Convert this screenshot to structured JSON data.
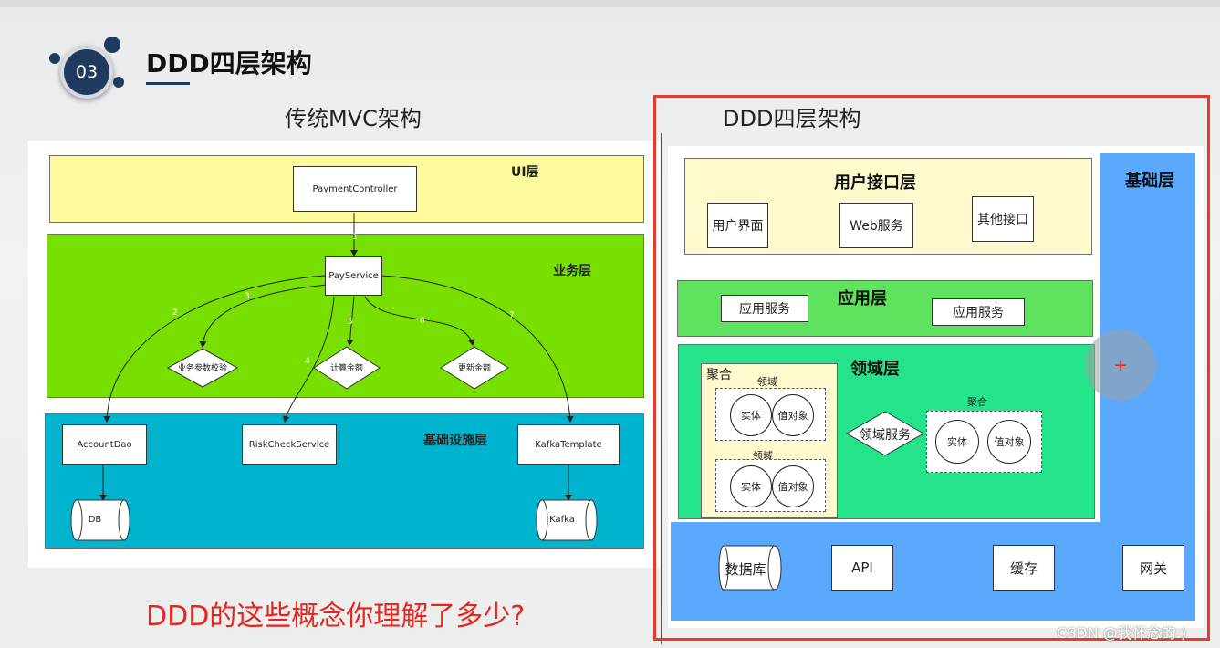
{
  "header": {
    "badge": "03",
    "title": "DDD四层架构"
  },
  "mvc": {
    "title": "传统MVC架构",
    "ui_layer": "UI层",
    "biz_layer": "业务层",
    "infra_layer": "基础设施层",
    "nodes": {
      "controller": "PaymentController",
      "pay_service": "PayService",
      "param_check": "业务参数校验",
      "calc_amount": "计算金额",
      "update_amount": "更新金额",
      "account_dao": "AccountDao",
      "risk_check": "RiskCheckService",
      "kafka_template": "KafkaTemplate",
      "db": "DB",
      "kafka": "Kafka"
    },
    "edges": [
      "1",
      "2",
      "3",
      "4",
      "5",
      "6",
      "7"
    ]
  },
  "ddd": {
    "title": "DDD四层架构",
    "infra_layer": "基础层",
    "ui_layer": "用户接口层",
    "ui_items": [
      "用户界面",
      "Web服务",
      "其他接口"
    ],
    "app_layer": "应用层",
    "app_items": [
      "应用服务",
      "应用服务"
    ],
    "domain_layer": "领域层",
    "aggregate": "聚合",
    "domain": "领域",
    "entity": "实体",
    "value_object": "值对象",
    "domain_service": "领域服务",
    "infra_items": [
      "数据库",
      "API",
      "缓存",
      "网关"
    ],
    "plus": "+"
  },
  "question": "DDD的这些概念你理解了多少?",
  "watermark": "CSDN @我怀念的:)",
  "colors": {
    "ui": "#fdfb9c",
    "biz": "#77e000",
    "infra": "#00b4cf",
    "ddd_infra": "#5ba8ff",
    "ddd_ui": "#fffacd",
    "ddd_app": "#5fe35f",
    "ddd_domain": "#24e38a",
    "frame": "#e83a2a"
  }
}
